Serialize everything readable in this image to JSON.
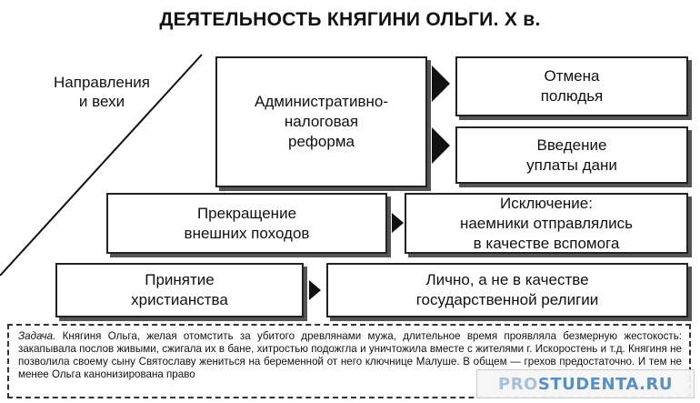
{
  "title": "ДЕЯТЕЛЬНОСТЬ КНЯГИНИ ОЛЬГИ. X в.",
  "axis_label": "Направления\nи вехи",
  "boxes": {
    "admin_reform": "Административно-\nналоговая\nреформа",
    "cancel_poludye": "Отмена\nполюдья",
    "tribute": "Введение\nуплаты дани",
    "stop_campaigns": "Прекращение\nвнешних походов",
    "exception": "Исключение:\nнаемники отправлялись\nв качестве вспомога",
    "christianity": "Принятие\nхристианства",
    "personal": "Лично, а не в качестве\nгосударственной религии"
  },
  "task": {
    "lead": "Задача.",
    "text": " Княгиня Ольга, желая отомстить за убитого древлянами мужа, длительное время проявляла безмерную жестокость: закапывала послов живыми, сжигала их в бане, хитростью подожгла и уничтожила вместе с жителями г. Искоростень и т.д. Княгиня не позволила своему сыну Святославу жениться на беременной от него ключнице Малуше. В общем — грехов предостаточно. И тем не менее Ольга канонизирована право"
  },
  "watermark": {
    "part1": "PRO",
    "part2": "STUDENTA.RU"
  },
  "colors": {
    "ink": "#111111",
    "shadow": "#555555",
    "watermark_light": "#a8c1d8",
    "watermark_dark": "#5a8fbf"
  }
}
